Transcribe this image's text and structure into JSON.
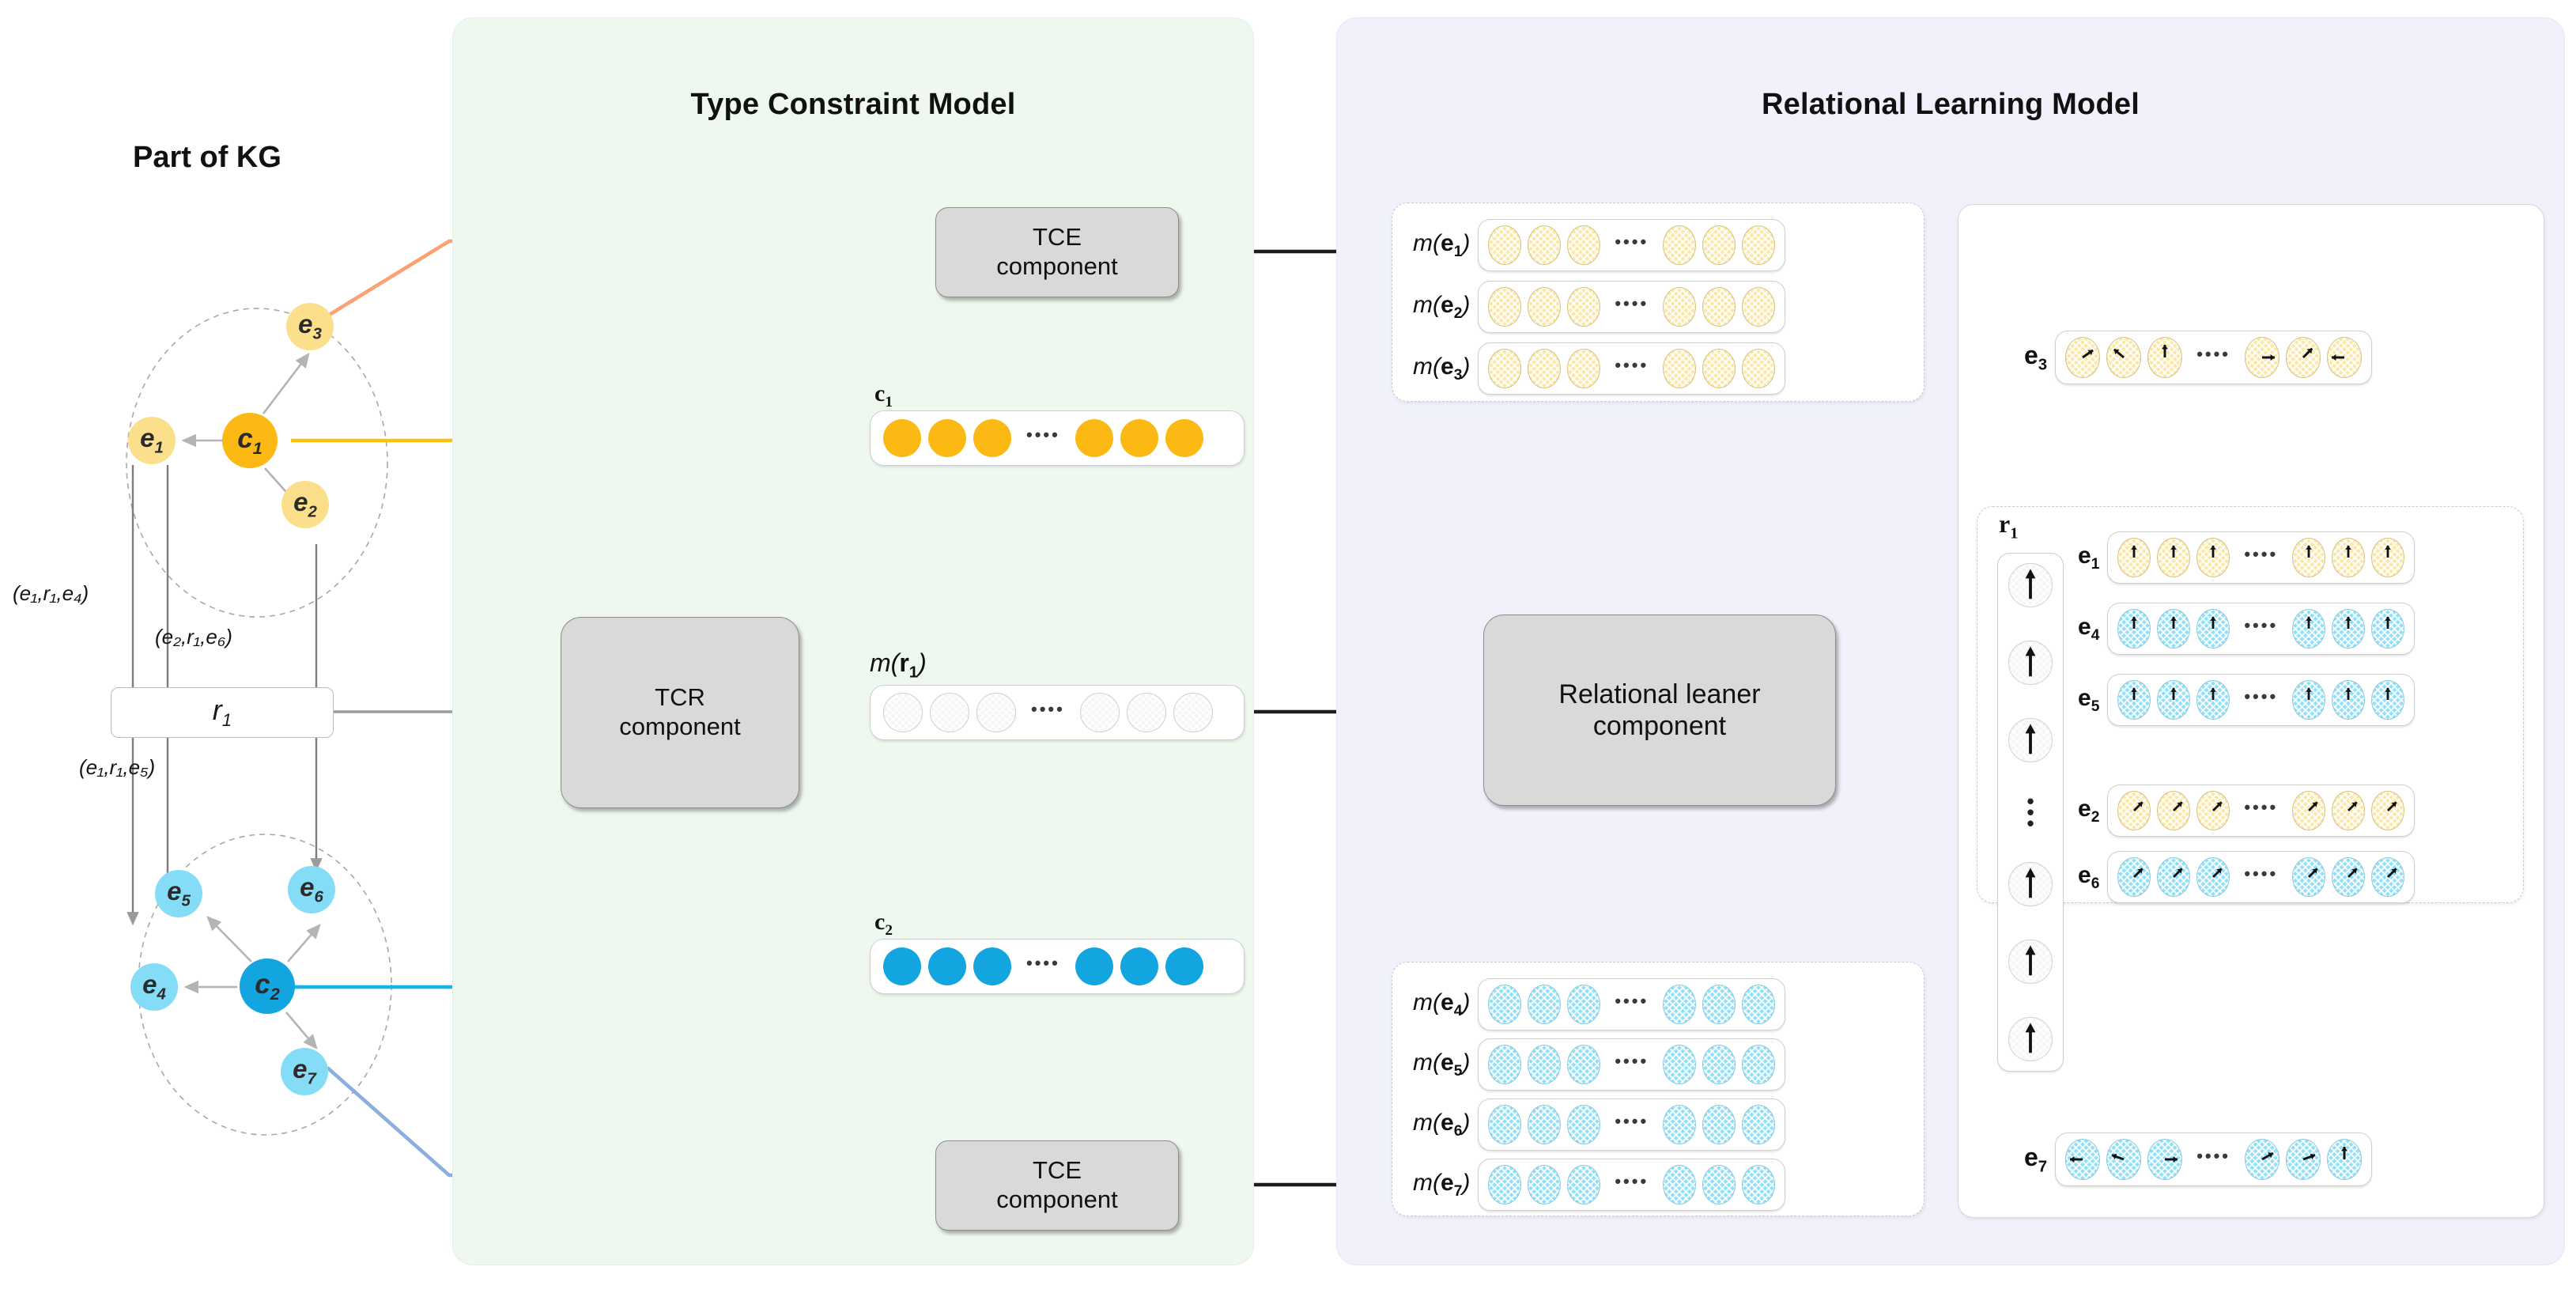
{
  "panels": {
    "kg_title": "Part of KG",
    "tcm_title": "Type Constraint Model",
    "rlm_title": "Relational Learning Model"
  },
  "kg": {
    "nodes": [
      {
        "id": "e3",
        "label": "e",
        "sub": "3",
        "tone": "yellow-light"
      },
      {
        "id": "e1",
        "label": "e",
        "sub": "1",
        "tone": "yellow-light"
      },
      {
        "id": "c1",
        "label": "c",
        "sub": "1",
        "tone": "yellow-dark"
      },
      {
        "id": "e2",
        "label": "e",
        "sub": "2",
        "tone": "yellow-light"
      },
      {
        "id": "e5",
        "label": "e",
        "sub": "5",
        "tone": "blue-light"
      },
      {
        "id": "e6",
        "label": "e",
        "sub": "6",
        "tone": "blue-light"
      },
      {
        "id": "e4",
        "label": "e",
        "sub": "4",
        "tone": "blue-light"
      },
      {
        "id": "c2",
        "label": "c",
        "sub": "2",
        "tone": "blue-dark"
      },
      {
        "id": "e7",
        "label": "e",
        "sub": "7",
        "tone": "blue-light"
      }
    ],
    "relation_box": {
      "label": "r",
      "sub": "1"
    },
    "triples": [
      {
        "id": "t1",
        "text": "(e₁,r₁,e₄)"
      },
      {
        "id": "t2",
        "text": "(e₂,r₁,e₆)"
      },
      {
        "id": "t3",
        "text": "(e₁,r₁,e₅)"
      }
    ]
  },
  "components": {
    "tce_top": {
      "line1": "TCE",
      "line2": "component"
    },
    "tce_bottom": {
      "line1": "TCE",
      "line2": "component"
    },
    "tcr": {
      "line1": "TCR",
      "line2": "component"
    },
    "relational_learner": {
      "line1": "Relational leaner",
      "line2": "component"
    }
  },
  "type_vectors": [
    {
      "id": "c1-vec",
      "label": "c",
      "sub": "1",
      "color": "#fcb813",
      "cells": 6,
      "ellipsis": "••••"
    },
    {
      "id": "mr1-vec",
      "label": "m(r",
      "sub": "1",
      "suffix": ")",
      "color": "#f3f3f3",
      "cells": 6,
      "ellipsis": "••••"
    },
    {
      "id": "c2-vec",
      "label": "c",
      "sub": "2",
      "color": "#13a5e0",
      "cells": 6,
      "ellipsis": "••••"
    }
  ],
  "embedding_cards": {
    "top": {
      "rows": [
        {
          "id": "me1",
          "prefix": "m(",
          "base": "e",
          "sub": "1",
          "suffix": ")",
          "tone": "yellow",
          "cells": 6
        },
        {
          "id": "me2",
          "prefix": "m(",
          "base": "e",
          "sub": "2",
          "suffix": ")",
          "tone": "yellow",
          "cells": 6
        },
        {
          "id": "me3",
          "prefix": "m(",
          "base": "e",
          "sub": "3",
          "suffix": ")",
          "tone": "yellow",
          "cells": 6
        }
      ]
    },
    "bottom": {
      "rows": [
        {
          "id": "me4",
          "prefix": "m(",
          "base": "e",
          "sub": "4",
          "suffix": ")",
          "tone": "blue",
          "cells": 6
        },
        {
          "id": "me5",
          "prefix": "m(",
          "base": "e",
          "sub": "5",
          "suffix": ")",
          "tone": "blue",
          "cells": 6
        },
        {
          "id": "me6",
          "prefix": "m(",
          "base": "e",
          "sub": "6",
          "suffix": ")",
          "tone": "blue",
          "cells": 6
        },
        {
          "id": "me7",
          "prefix": "m(",
          "base": "e",
          "sub": "7",
          "suffix": ")",
          "tone": "blue",
          "cells": 6
        }
      ]
    }
  },
  "output_panel": {
    "e3_row": {
      "base": "e",
      "sub": "3",
      "tone": "yellow",
      "cells": 6,
      "angles": [
        35,
        140,
        90,
        0,
        45,
        180
      ]
    },
    "r1_group": {
      "label": {
        "base": "r",
        "sub": "1"
      },
      "arrow_count_top": 3,
      "arrow_count_bottom": 3,
      "vertical_ellipsis": "⋮",
      "rows": [
        {
          "base": "e",
          "sub": "1",
          "tone": "yellow",
          "cells": 6,
          "angles": [
            90,
            90,
            90,
            90,
            90,
            90
          ]
        },
        {
          "base": "e",
          "sub": "4",
          "tone": "blue",
          "cells": 6,
          "angles": [
            90,
            90,
            90,
            90,
            90,
            90
          ]
        },
        {
          "base": "e",
          "sub": "5",
          "tone": "blue",
          "cells": 6,
          "angles": [
            90,
            90,
            90,
            90,
            90,
            90
          ]
        },
        {
          "base": "e",
          "sub": "2",
          "tone": "yellow",
          "cells": 6,
          "angles": [
            45,
            45,
            45,
            45,
            45,
            45
          ]
        },
        {
          "base": "e",
          "sub": "6",
          "tone": "blue",
          "cells": 6,
          "angles": [
            45,
            45,
            45,
            45,
            45,
            45
          ]
        }
      ]
    },
    "e7_row": {
      "base": "e",
      "sub": "7",
      "tone": "blue",
      "cells": 6,
      "angles": [
        180,
        160,
        0,
        30,
        20,
        90
      ]
    }
  },
  "colors": {
    "tcm_panel": "#eef8ef",
    "rlm_panel": "#f0f1fb",
    "yellow_light": "#fbdf8b",
    "yellow_dark": "#fcb813",
    "blue_light": "#85dcf6",
    "blue_dark": "#13a5e0",
    "orange_wire": "#fba173",
    "yellow_wire": "#fcc20a",
    "cyan_wire": "#13b4ef",
    "blue_wire": "#8aaee0",
    "grey_wire": "#9b9b9b",
    "black_wire": "#1d1d1d"
  }
}
